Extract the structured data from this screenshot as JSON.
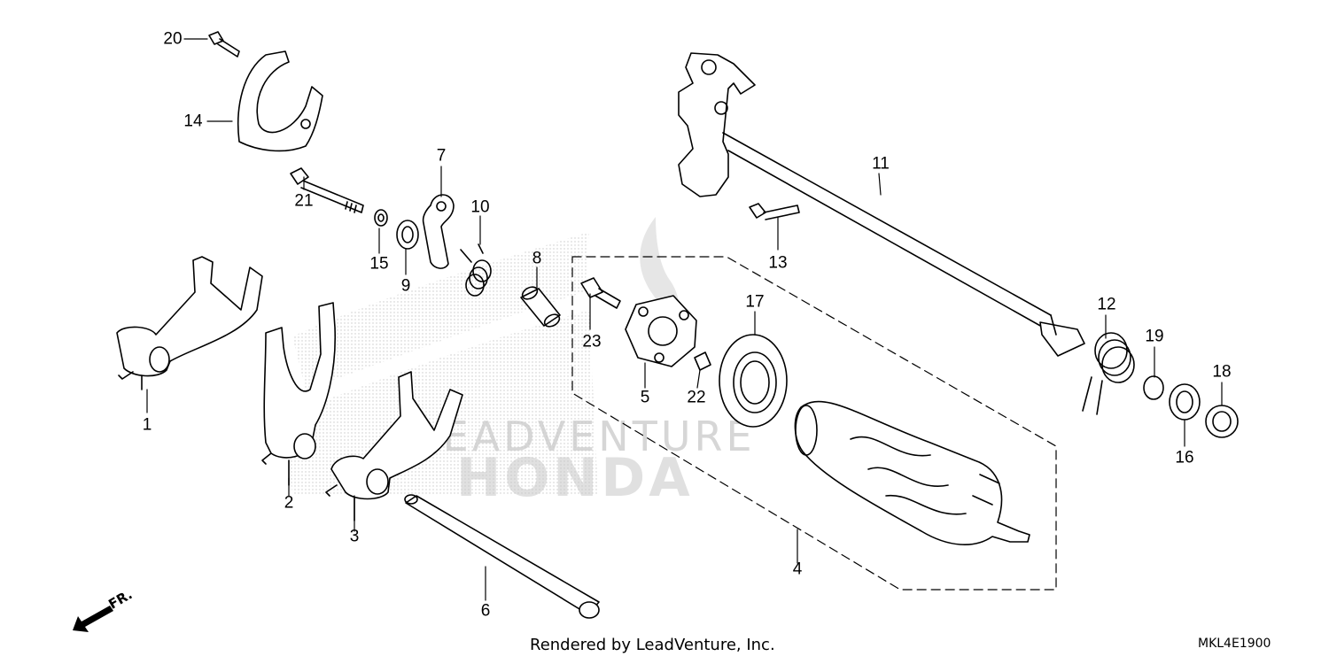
{
  "diagram": {
    "callouts": [
      {
        "id": "1",
        "label": "1"
      },
      {
        "id": "2",
        "label": "2"
      },
      {
        "id": "3",
        "label": "3"
      },
      {
        "id": "4",
        "label": "4"
      },
      {
        "id": "5",
        "label": "5"
      },
      {
        "id": "6",
        "label": "6"
      },
      {
        "id": "7",
        "label": "7"
      },
      {
        "id": "8",
        "label": "8"
      },
      {
        "id": "9",
        "label": "9"
      },
      {
        "id": "10",
        "label": "10"
      },
      {
        "id": "11",
        "label": "11"
      },
      {
        "id": "12",
        "label": "12"
      },
      {
        "id": "13",
        "label": "13"
      },
      {
        "id": "14",
        "label": "14"
      },
      {
        "id": "15",
        "label": "15"
      },
      {
        "id": "16",
        "label": "16"
      },
      {
        "id": "17",
        "label": "17"
      },
      {
        "id": "18",
        "label": "18"
      },
      {
        "id": "19",
        "label": "19"
      },
      {
        "id": "20",
        "label": "20"
      },
      {
        "id": "21",
        "label": "21"
      },
      {
        "id": "22",
        "label": "22"
      },
      {
        "id": "23",
        "label": "23"
      }
    ],
    "direction_marker": "FR.",
    "footer": "Rendered by LeadVenture, Inc.",
    "diagram_code": "MKL4E1900",
    "watermark_text": "LEADVENTURE",
    "watermark_brand": "HONDA"
  }
}
